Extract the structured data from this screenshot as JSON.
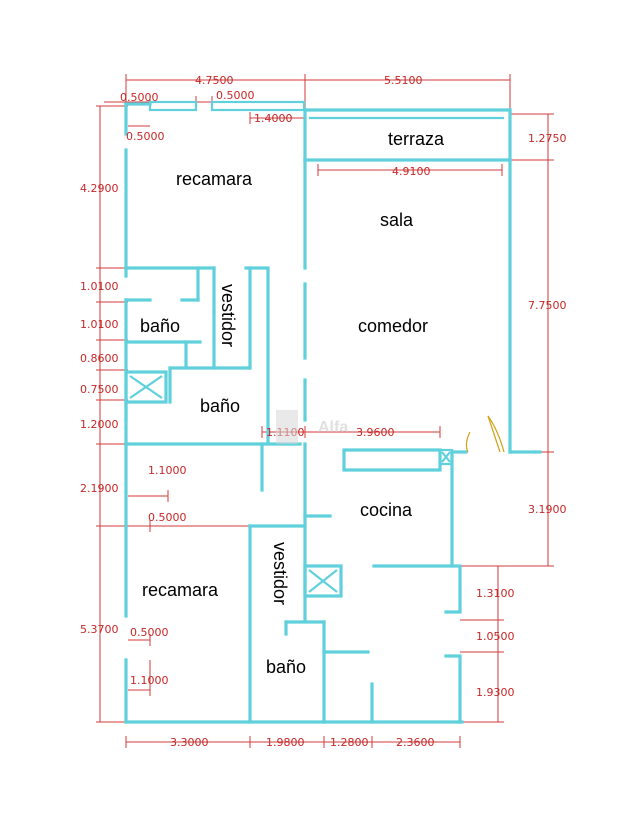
{
  "rooms": {
    "recamara_top": "recamara",
    "terraza": "terraza",
    "sala": "sala",
    "vestidor_top": "vestidor",
    "bano_1": "baño",
    "comedor": "comedor",
    "bano_2": "baño",
    "cocina": "cocina",
    "recamara_bottom": "recamara",
    "vestidor_bottom": "vestidor",
    "bano_3": "baño"
  },
  "dimensions": {
    "top_left_width": "4.7500",
    "top_right_width": "5.5100",
    "top_a": "0.5000",
    "top_b": "0.5000",
    "top_c": "1.4000",
    "left_a": "0.5000",
    "terraza_height": "1.2750",
    "terraza_width": "4.9100",
    "left_4": "4.2900",
    "left_5": "1.0100",
    "left_6": "1.0100",
    "right_main": "7.7500",
    "left_7": "0.8600",
    "left_8": "0.7500",
    "left_9": "1.2000",
    "mid_a": "1.1100",
    "mid_b": "3.9600",
    "inner_a": "1.1000",
    "left_10": "2.1900",
    "right_cocina": "3.1900",
    "inner_b": "0.5000",
    "right_b": "1.3100",
    "left_11": "5.3700",
    "inner_c": "0.5000",
    "right_c": "1.0500",
    "inner_d": "1.1000",
    "right_d": "1.9300",
    "bottom_a": "3.3000",
    "bottom_b": "1.9800",
    "bottom_c": "1.2800",
    "bottom_d": "2.3600"
  },
  "watermark": "Alfa"
}
